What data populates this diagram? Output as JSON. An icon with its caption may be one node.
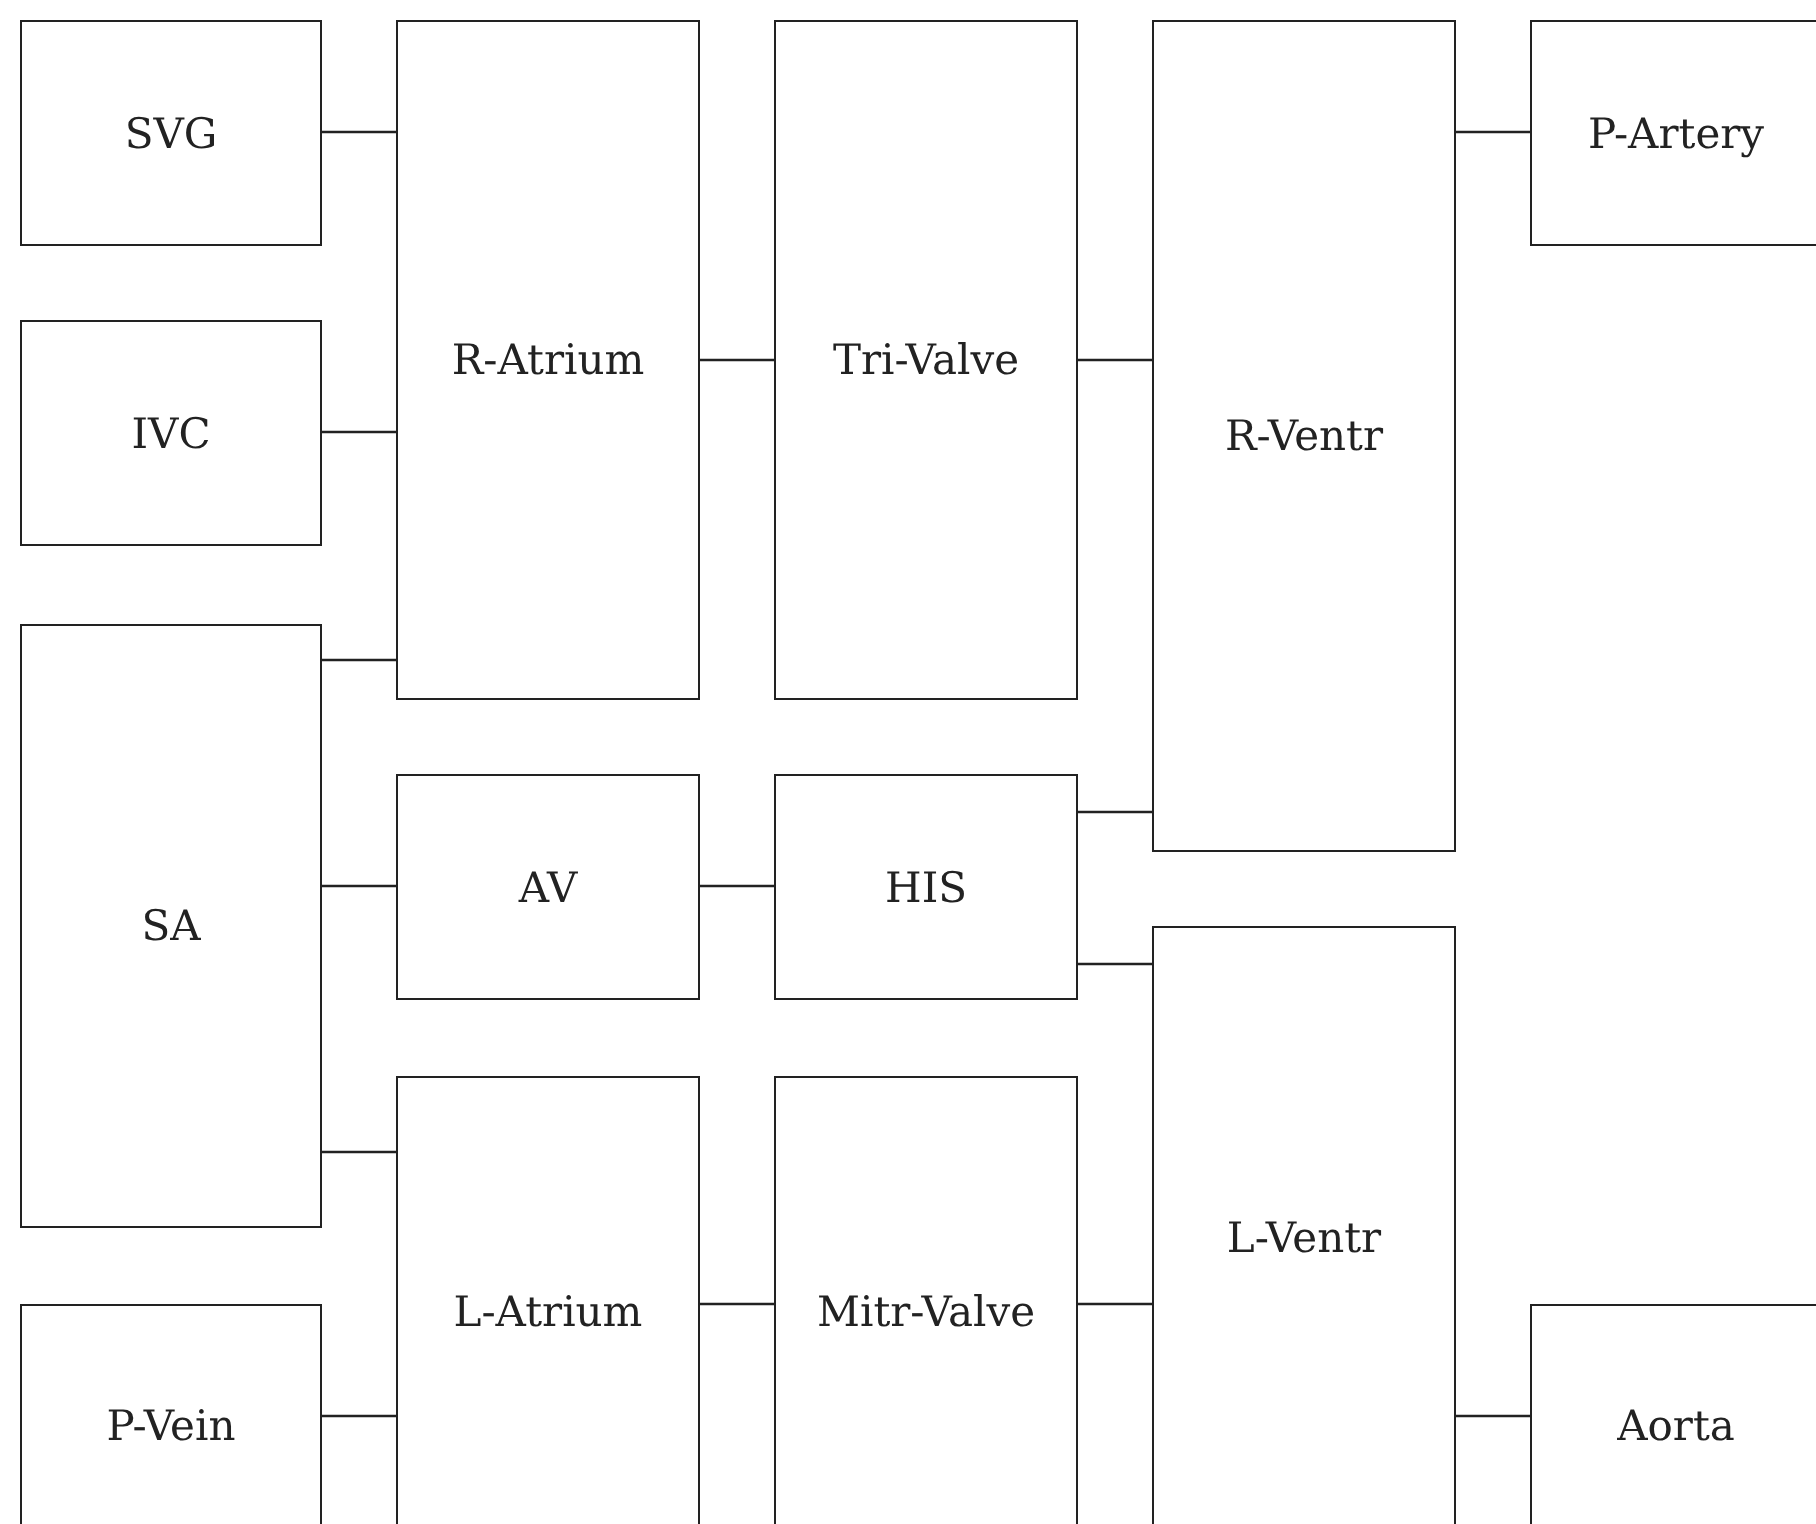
{
  "diagram": {
    "nodes": [
      {
        "text": [
          "SVG"
        ]
      },
      {
        "text": [
          "IVC"
        ]
      },
      {
        "text": [
          "SA"
        ]
      },
      {
        "text": [
          "P-Vein"
        ]
      },
      {
        "text": [
          "R-Atrium"
        ]
      },
      {
        "text": [
          "AV"
        ]
      },
      {
        "text": [
          "L-Atrium"
        ]
      },
      {
        "text": [
          "Tri-Valve"
        ]
      },
      {
        "text": [
          "HIS"
        ]
      },
      {
        "text": [
          "Mitr-Valve"
        ]
      },
      {
        "text": [
          "R-Ventr"
        ]
      },
      {
        "text": [
          "L-Ventr"
        ]
      },
      {
        "text": [
          "P-Artery"
        ]
      },
      {
        "text": [
          "Aorta"
        ]
      }
    ],
    "edges": [
      {
        "from": 0,
        "to": 4,
        "arrow": "none"
      },
      {
        "from": 1,
        "to": 4,
        "arrow": "none"
      },
      {
        "from": 2,
        "to": 4,
        "arrow": "none"
      },
      {
        "from": 2,
        "to": 5,
        "arrow": "none"
      },
      {
        "from": 2,
        "to": 6,
        "arrow": "none"
      },
      {
        "from": 3,
        "to": 6,
        "arrow": "none"
      },
      {
        "from": 4,
        "to": 7,
        "arrow": "none"
      },
      {
        "from": 5,
        "to": 8,
        "arrow": "none"
      },
      {
        "from": 6,
        "to": 9,
        "arrow": "none"
      },
      {
        "from": 7,
        "to": 10,
        "arrow": "none"
      },
      {
        "from": 8,
        "to": 10,
        "arrow": "none"
      },
      {
        "from": 8,
        "to": 11,
        "arrow": "none"
      },
      {
        "from": 9,
        "to": 11,
        "arrow": "none"
      },
      {
        "from": 10,
        "to": 12,
        "arrow": "none"
      },
      {
        "from": 11,
        "to": 13,
        "arrow": "none"
      }
    ]
  }
}
